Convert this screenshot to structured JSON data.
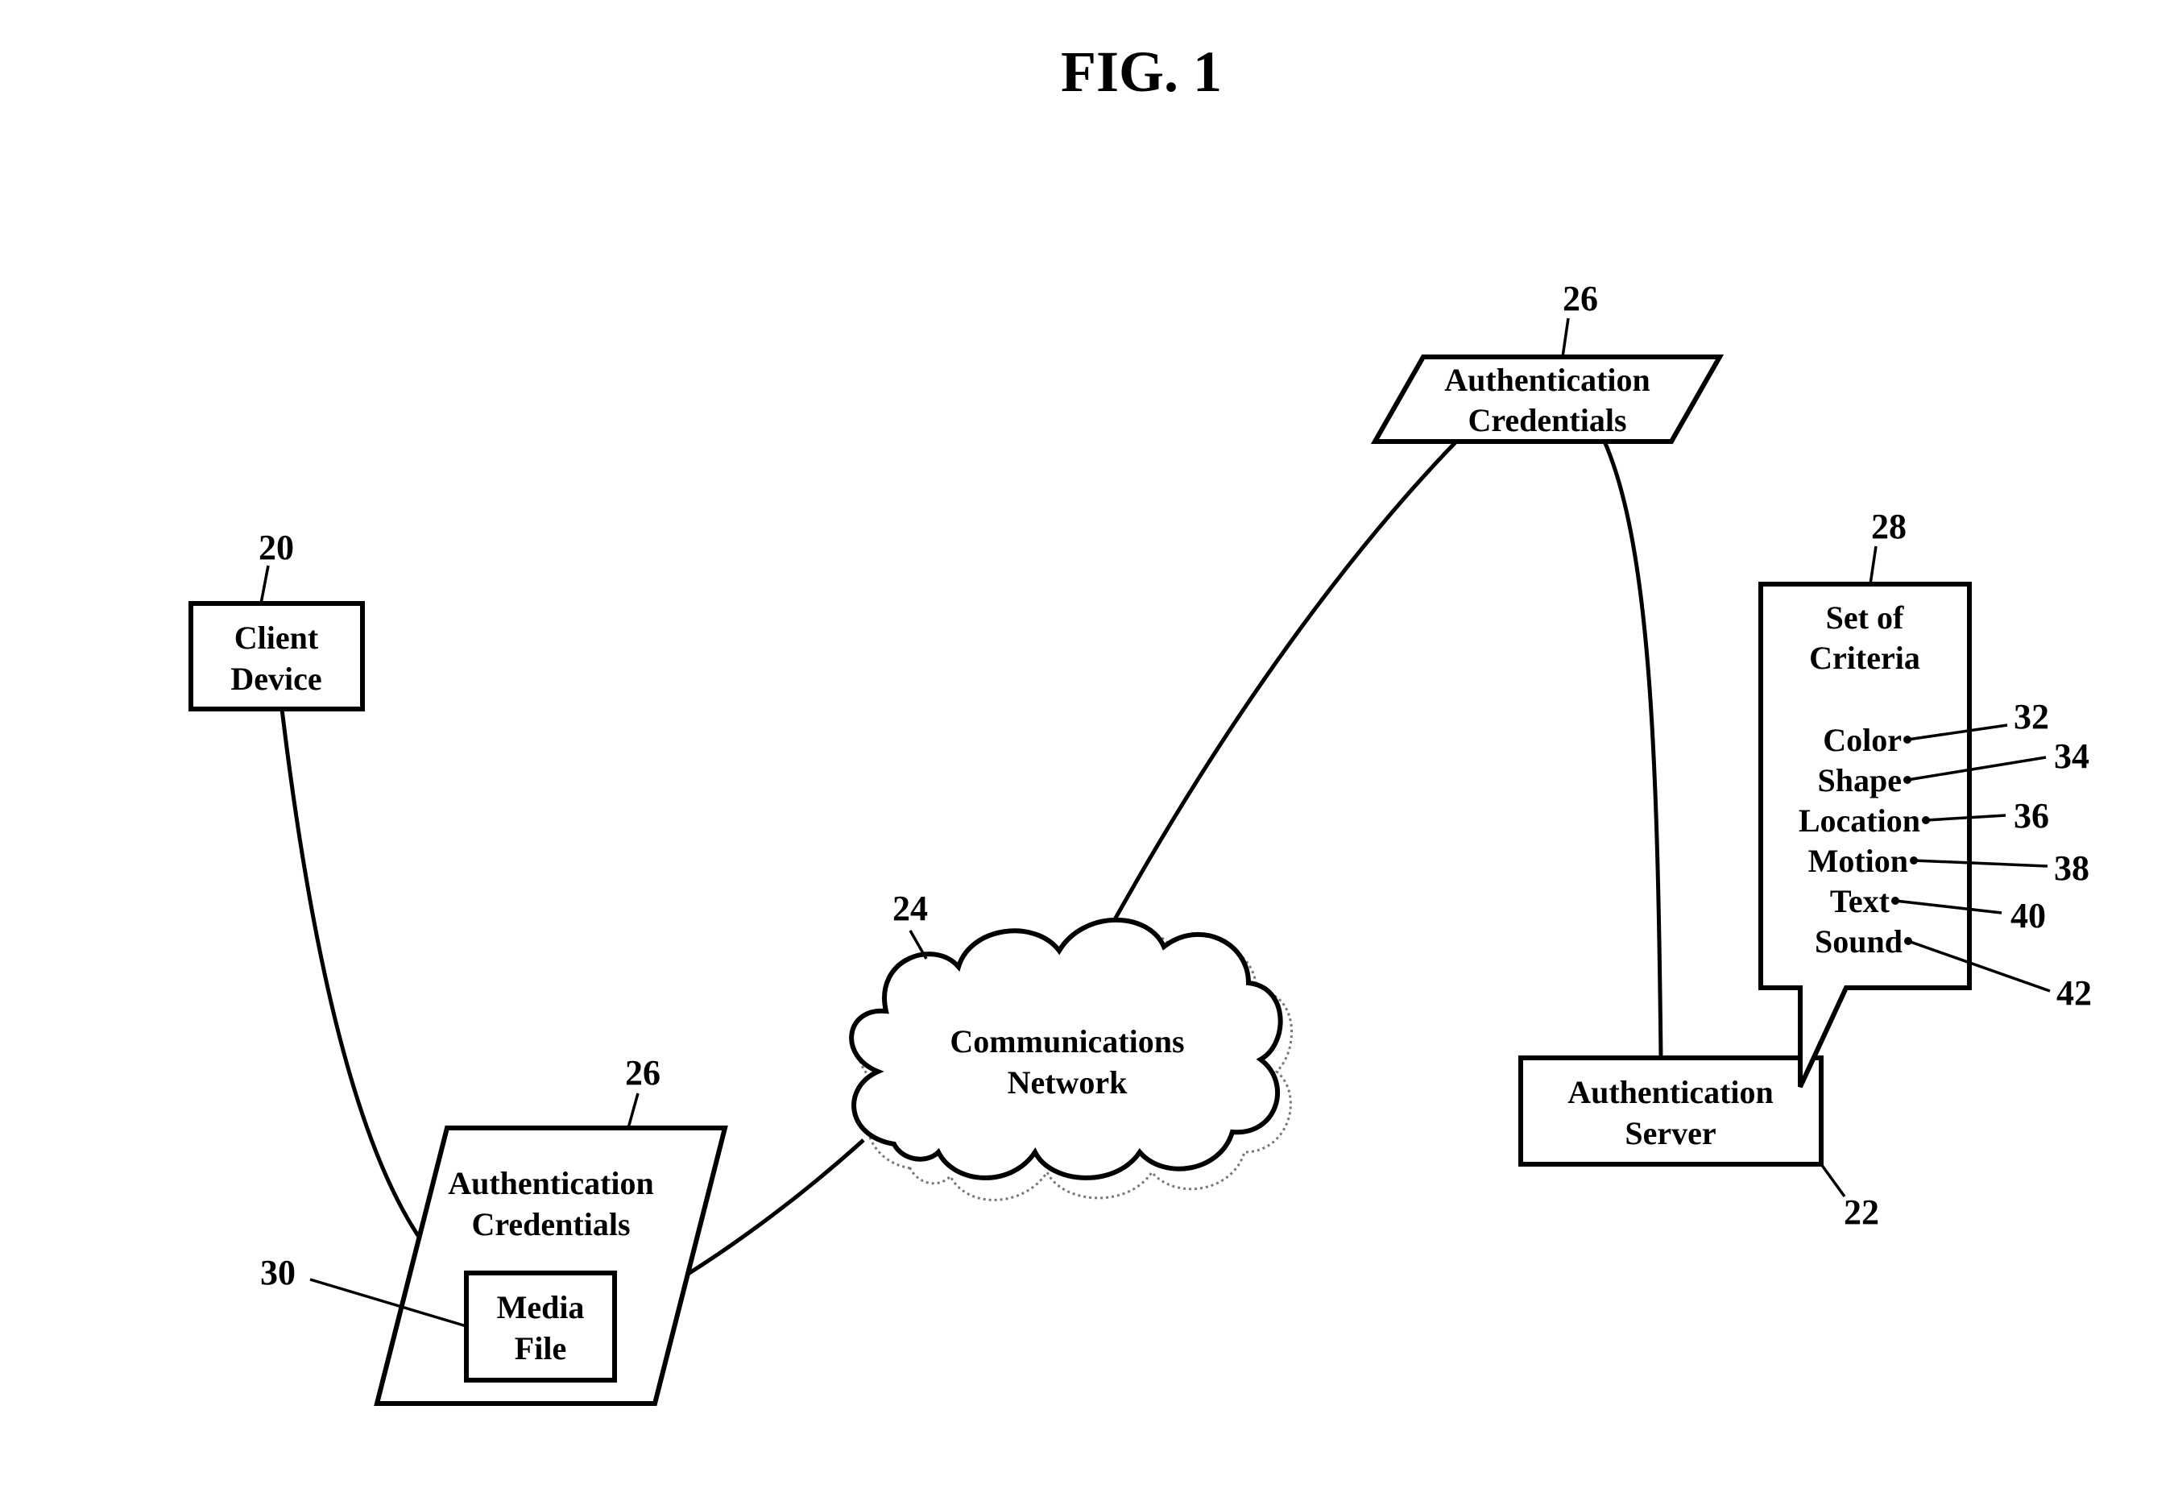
{
  "figure_title": "FIG. 1",
  "client_device": {
    "ref": "20",
    "line1": "Client",
    "line2": "Device"
  },
  "authentication_server": {
    "ref": "22",
    "line1": "Authentication",
    "line2": "Server"
  },
  "communications_network": {
    "ref": "24",
    "line1": "Communications",
    "line2": "Network"
  },
  "credentials_top": {
    "ref": "26",
    "line1": "Authentication",
    "line2": "Credentials"
  },
  "credentials_bottom": {
    "ref": "26",
    "line1": "Authentication",
    "line2": "Credentials"
  },
  "media_file": {
    "ref": "30",
    "line1": "Media",
    "line2": "File"
  },
  "criteria": {
    "ref": "28",
    "line1": "Set of",
    "line2": "Criteria",
    "items": [
      {
        "label": "Color",
        "ref": "32"
      },
      {
        "label": "Shape",
        "ref": "34"
      },
      {
        "label": "Location",
        "ref": "36"
      },
      {
        "label": "Motion",
        "ref": "38"
      },
      {
        "label": "Text",
        "ref": "40"
      },
      {
        "label": "Sound",
        "ref": "42"
      }
    ]
  }
}
